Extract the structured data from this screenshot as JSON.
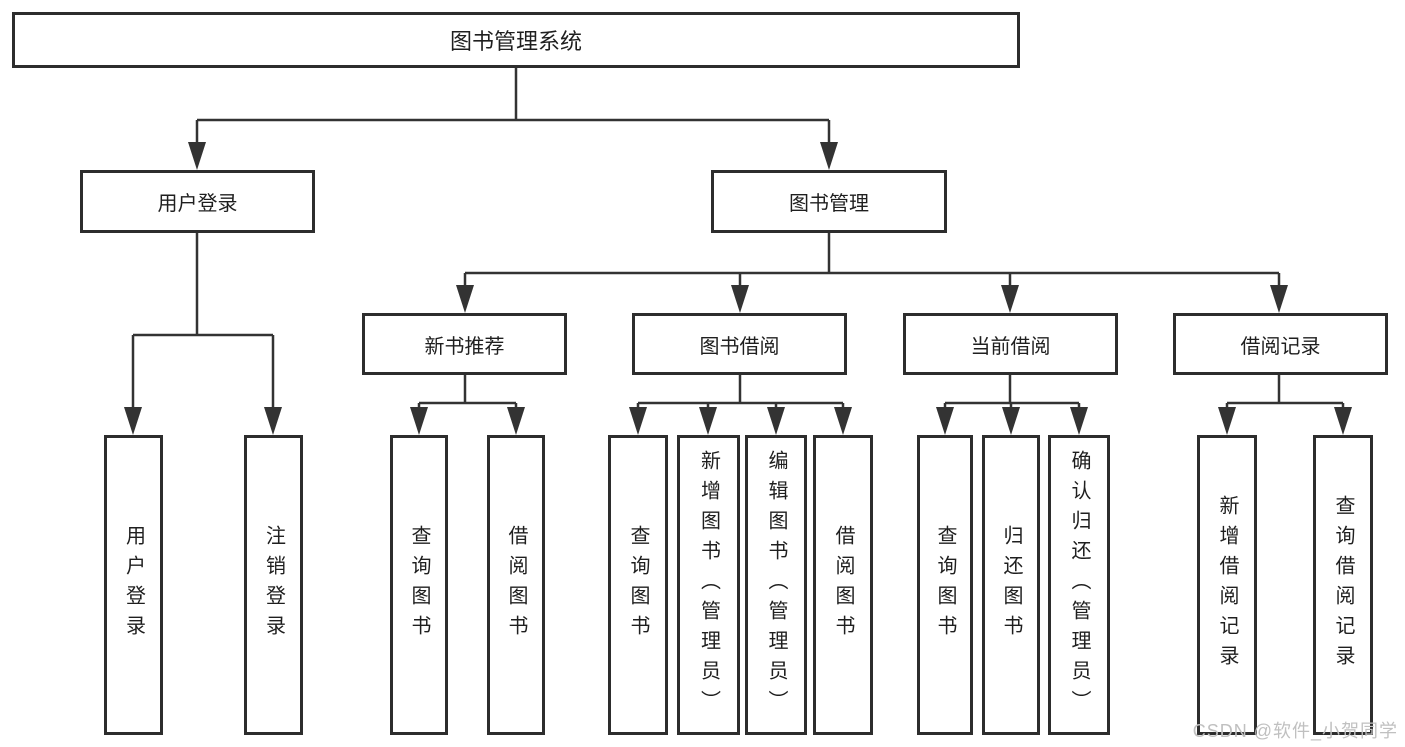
{
  "colors": {
    "line": "#333333",
    "box_border": "#2d2d2d",
    "text": "#1f1f1f",
    "watermark": "#c0c0c0",
    "background": "#ffffff"
  },
  "tree": {
    "root": {
      "label": "图书管理系统"
    },
    "branches": [
      {
        "label": "用户登录",
        "leaves": [
          {
            "label": "用户登录"
          },
          {
            "label": "注销登录"
          }
        ]
      },
      {
        "label": "图书管理",
        "groups": [
          {
            "label": "新书推荐",
            "leaves": [
              {
                "label": "查询图书"
              },
              {
                "label": "借阅图书"
              }
            ]
          },
          {
            "label": "图书借阅",
            "leaves": [
              {
                "label": "查询图书"
              },
              {
                "label": "新增图书（管理员）"
              },
              {
                "label": "编辑图书（管理员）"
              },
              {
                "label": "借阅图书"
              }
            ]
          },
          {
            "label": "当前借阅",
            "leaves": [
              {
                "label": "查询图书"
              },
              {
                "label": "归还图书"
              },
              {
                "label": "确认归还（管理员）"
              }
            ]
          },
          {
            "label": "借阅记录",
            "leaves": [
              {
                "label": "新增借阅记录"
              },
              {
                "label": "查询借阅记录"
              }
            ]
          }
        ]
      }
    ]
  },
  "watermark": {
    "text": "CSDN @软件_小贺同学"
  }
}
